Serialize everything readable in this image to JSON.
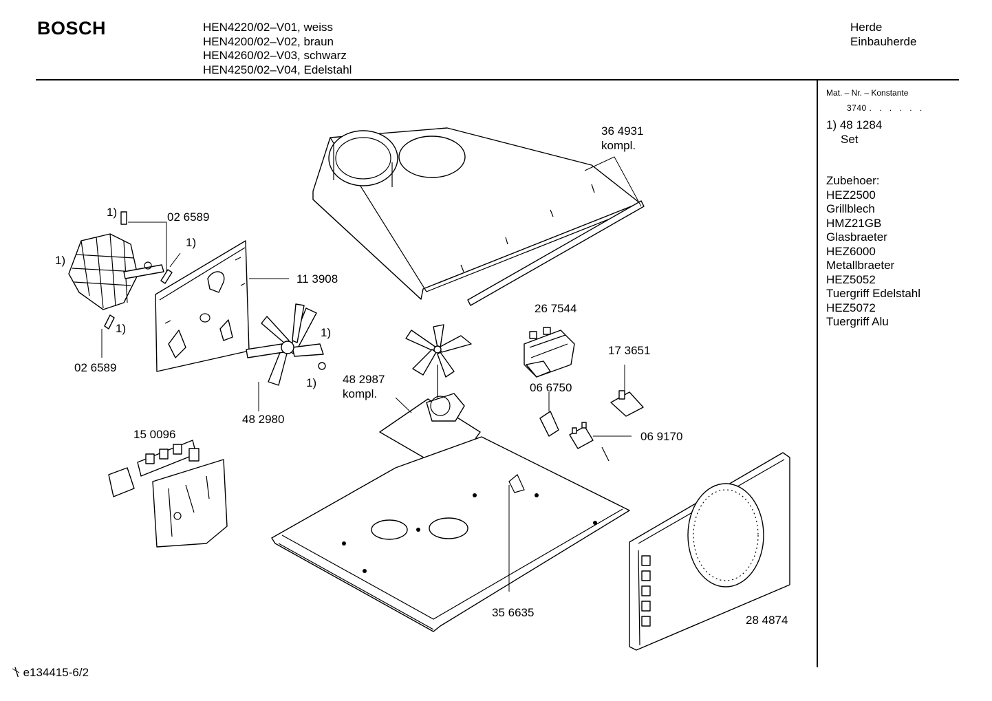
{
  "header": {
    "brand": "BOSCH",
    "models": [
      "HEN4220/02–V01, weiss",
      "HEN4200/02–V02, braun",
      "HEN4260/02–V03, schwarz",
      "HEN4250/02–V04, Edelstahl"
    ],
    "category": [
      "Herde",
      "Einbauherde"
    ]
  },
  "sidebar": {
    "mat_label": "Mat. – Nr. – Konstante",
    "mat_constant": "3740",
    "mat_dots": ". . . . . .",
    "note_line1": "1) 48 1284",
    "note_line2": "Set",
    "accessories": [
      "Zubehoer:",
      "HEZ2500",
      "Grillblech",
      "HMZ21GB",
      "Glasbraeter",
      "HEZ6000",
      "Metallbraeter",
      "HEZ5052",
      "Tuergriff Edelstahl",
      "HEZ5072",
      "Tuergriff Alu"
    ]
  },
  "parts": {
    "p364931": "36 4931",
    "p364931_suffix": "kompl.",
    "p026589_top": "02 6589",
    "p026589_bottom": "02 6589",
    "p113908": "11 3908",
    "p482980": "48 2980",
    "p482987": "48 2987",
    "p482987_suffix": "kompl.",
    "p267544": "26 7544",
    "p173651": "17 3651",
    "p066750": "06 6750",
    "p069170": "06 9170",
    "p150096": "15 0096",
    "p356635": "35 6635",
    "p284874": "28 4874",
    "note_marker": "1)"
  },
  "footer": {
    "code": "e134415-6/2"
  }
}
